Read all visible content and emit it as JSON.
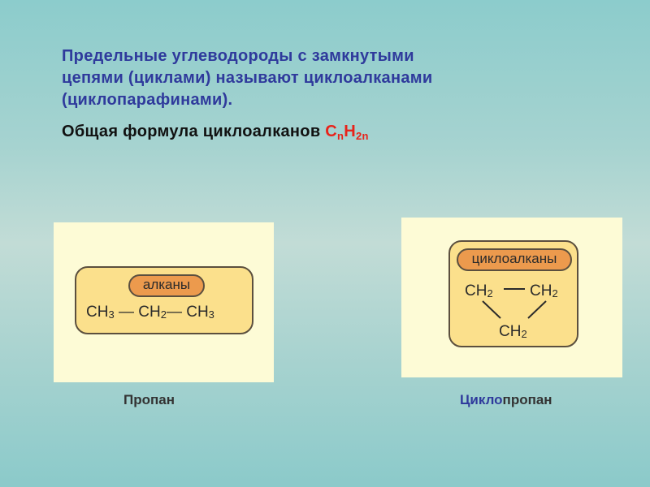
{
  "definition": {
    "line1": "Предельные углеводороды с замкнутыми",
    "line2": "цепями (циклами) называют циклоалканами",
    "line3": "(циклопарафинами)."
  },
  "formula": {
    "prefix": "Общая формула циклоалканов ",
    "c": "C",
    "n": "n",
    "h": "H",
    "twon": "2n"
  },
  "propane": {
    "tag": "алканы",
    "ch3_a": "CH",
    "sub3_a": "3",
    "bond1": " — ",
    "ch2": "CH",
    "sub2": "2",
    "bond2": "— ",
    "ch3_b": "CH",
    "sub3_b": "3",
    "caption": "Пропан"
  },
  "cyclopropane": {
    "tag": "циклоалканы",
    "top_left": "CH",
    "top_left_sub": "2",
    "top_right": "CH",
    "top_right_sub": "2",
    "bottom": "CH",
    "bottom_sub": "2",
    "caption_highlight": "Цикло",
    "caption_rest": "пропан"
  },
  "colors": {
    "definition_text": "#2f3a9c",
    "formula_accent": "#e8231a",
    "card_fill": "#fbe08c",
    "pill_fill": "#ec9a4d",
    "panel_fill": "#fdfbd6"
  }
}
